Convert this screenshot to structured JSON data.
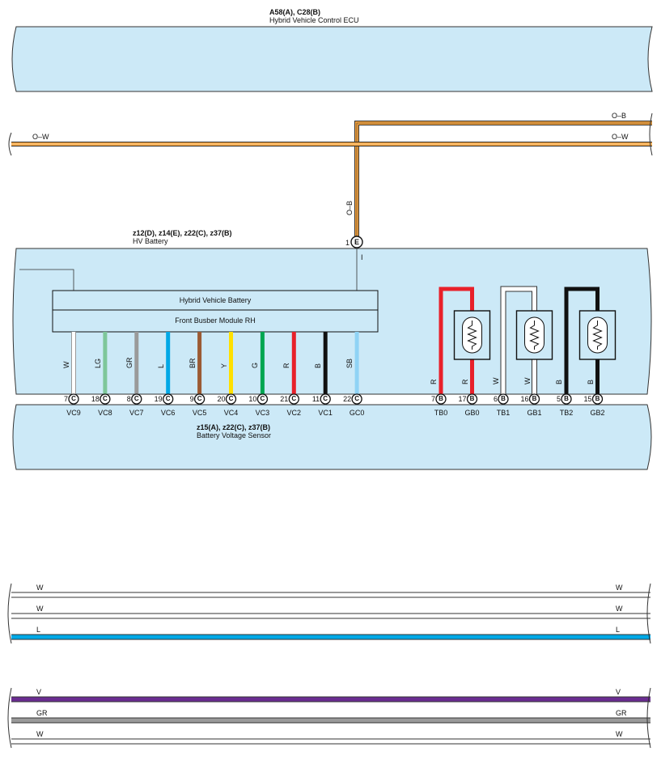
{
  "ecu": {
    "connectors": "A58(A), C28(B)",
    "name": "Hybrid Vehicle Control ECU"
  },
  "top_wires": {
    "left_ow": "O–W",
    "right_ob": "O–B",
    "right_ow": "O–W",
    "vert_ob": "O–B"
  },
  "hv_battery": {
    "connectors": "z12(D), z14(E), z22(C), z37(B)",
    "name": "HV Battery",
    "e_pin": {
      "num": "1",
      "conn": "E"
    },
    "e_wire_mark": "I",
    "box1": "Hybrid Vehicle Battery",
    "box2": "Front Busber Module RH"
  },
  "sensor": {
    "connectors": "z15(A), z22(C), z37(B)",
    "name": "Battery Voltage Sensor"
  },
  "voltage_wires": [
    {
      "color_code": "W",
      "pin": "7",
      "conn": "C",
      "signal": "VC9",
      "hex": "#ffffff"
    },
    {
      "color_code": "LG",
      "pin": "18",
      "conn": "C",
      "signal": "VC8",
      "hex": "#7ec79a"
    },
    {
      "color_code": "GR",
      "pin": "8",
      "conn": "C",
      "signal": "VC7",
      "hex": "#9a9a9a"
    },
    {
      "color_code": "L",
      "pin": "19",
      "conn": "C",
      "signal": "VC6",
      "hex": "#00a8e6"
    },
    {
      "color_code": "BR",
      "pin": "9",
      "conn": "C",
      "signal": "VC5",
      "hex": "#9b5a33"
    },
    {
      "color_code": "Y",
      "pin": "20",
      "conn": "C",
      "signal": "VC4",
      "hex": "#ffe000"
    },
    {
      "color_code": "G",
      "pin": "10",
      "conn": "C",
      "signal": "VC3",
      "hex": "#00a651"
    },
    {
      "color_code": "R",
      "pin": "21",
      "conn": "C",
      "signal": "VC2",
      "hex": "#e8202a"
    },
    {
      "color_code": "B",
      "pin": "11",
      "conn": "C",
      "signal": "VC1",
      "hex": "#111111"
    },
    {
      "color_code": "SB",
      "pin": "22",
      "conn": "C",
      "signal": "GC0",
      "hex": "#8fd3f5"
    }
  ],
  "temp_sensors": [
    {
      "color_code": "R",
      "hex": "#e8202a",
      "pins": [
        {
          "pin": "7",
          "conn": "B",
          "signal": "TB0",
          "color_code": "R"
        },
        {
          "pin": "17",
          "conn": "B",
          "signal": "GB0",
          "color_code": "R"
        }
      ]
    },
    {
      "color_code": "W",
      "hex": "#ffffff",
      "pins": [
        {
          "pin": "6",
          "conn": "B",
          "signal": "TB1",
          "color_code": "W"
        },
        {
          "pin": "16",
          "conn": "B",
          "signal": "GB1",
          "color_code": "W"
        }
      ]
    },
    {
      "color_code": "B",
      "hex": "#111111",
      "pins": [
        {
          "pin": "5",
          "conn": "B",
          "signal": "TB2",
          "color_code": "B"
        },
        {
          "pin": "15",
          "conn": "B",
          "signal": "GB2",
          "color_code": "B"
        }
      ]
    }
  ],
  "harness_group1": [
    {
      "left": "W",
      "right": "W",
      "hex": "#ffffff"
    },
    {
      "left": "W",
      "right": "W",
      "hex": "#ffffff"
    },
    {
      "left": "L",
      "right": "L",
      "hex": "#00a8e6"
    }
  ],
  "harness_group2": [
    {
      "left": "V",
      "right": "V",
      "hex": "#6a2c91"
    },
    {
      "left": "GR",
      "right": "GR",
      "hex": "#9a9a9a"
    },
    {
      "left": "W",
      "right": "W",
      "hex": "#ffffff"
    }
  ]
}
